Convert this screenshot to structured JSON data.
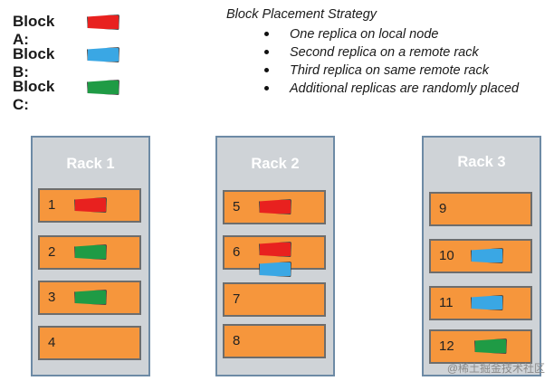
{
  "colors": {
    "block_a": "#e8211f",
    "block_b": "#3aa7e4",
    "block_c": "#1f9b45",
    "node_fill": "#f6963c",
    "rack_fill": "#cfd3d7"
  },
  "legend": [
    {
      "label": "Block A:",
      "block": "A"
    },
    {
      "label": "Block B:",
      "block": "B"
    },
    {
      "label": "Block C:",
      "block": "C"
    }
  ],
  "strategy": {
    "title": "Block Placement Strategy",
    "items": [
      "One replica on local node",
      "Second replica on a remote rack",
      "Third replica on same remote rack",
      "Additional replicas are randomly placed"
    ]
  },
  "racks": [
    {
      "title": "Rack 1",
      "nodes": [
        {
          "number": "1",
          "blocks": [
            "A"
          ]
        },
        {
          "number": "2",
          "blocks": [
            "C"
          ]
        },
        {
          "number": "3",
          "blocks": [
            "C"
          ]
        },
        {
          "number": "4",
          "blocks": []
        }
      ]
    },
    {
      "title": "Rack 2",
      "nodes": [
        {
          "number": "5",
          "blocks": [
            "A"
          ]
        },
        {
          "number": "6",
          "blocks": [
            "A",
            "B"
          ]
        },
        {
          "number": "7",
          "blocks": []
        },
        {
          "number": "8",
          "blocks": []
        }
      ]
    },
    {
      "title": "Rack 3",
      "nodes": [
        {
          "number": "9",
          "blocks": []
        },
        {
          "number": "10",
          "blocks": [
            "B"
          ]
        },
        {
          "number": "11",
          "blocks": [
            "B"
          ]
        },
        {
          "number": "12",
          "blocks": [
            "C"
          ]
        }
      ]
    }
  ],
  "watermark": "@稀土掘金技术社区"
}
